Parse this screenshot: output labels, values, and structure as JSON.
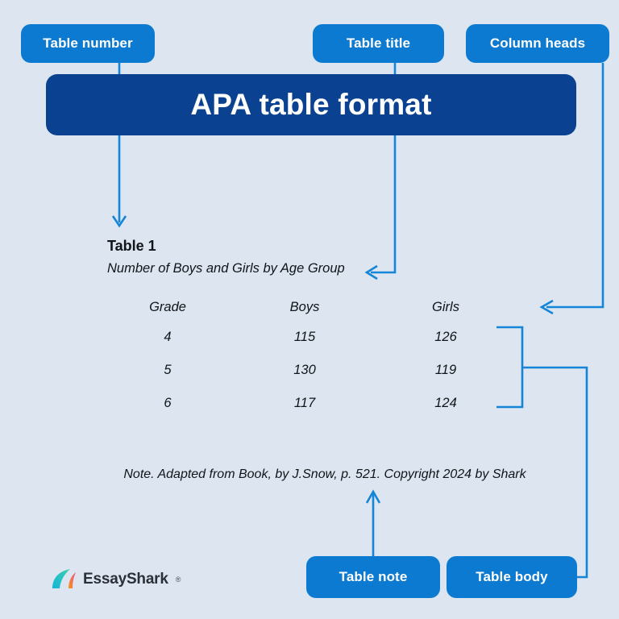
{
  "colors": {
    "background": "#dce5f0",
    "pill": "#0b7ad0",
    "banner": "#0a4291",
    "connector": "#1585d8",
    "text": "#111418"
  },
  "banner": {
    "title": "APA table format"
  },
  "callouts": {
    "table_number": "Table number",
    "table_title": "Table title",
    "column_heads": "Column heads",
    "table_note": "Table note",
    "table_body": "Table body"
  },
  "table": {
    "label": "Table 1",
    "caption": "Number of Boys and Girls by Age Group",
    "note": "Note. Adapted from Book, by J.Snow, p. 521. Copyright 2024 by Shark",
    "headers": [
      "Grade",
      "Boys",
      "Girls"
    ],
    "rows": [
      [
        "4",
        "115",
        "126"
      ],
      [
        "5",
        "130",
        "119"
      ],
      [
        "6",
        "117",
        "124"
      ]
    ]
  },
  "chart_data": {
    "type": "table",
    "title": "Table 1",
    "subtitle": "Number of Boys and Girls by Age Group",
    "columns": [
      "Grade",
      "Boys",
      "Girls"
    ],
    "rows": [
      {
        "Grade": 4,
        "Boys": 115,
        "Girls": 126
      },
      {
        "Grade": 5,
        "Boys": 130,
        "Girls": 119
      },
      {
        "Grade": 6,
        "Boys": 117,
        "Girls": 124
      }
    ],
    "note": "Note. Adapted from Book, by J.Snow, p. 521. Copyright 2024 by Shark"
  },
  "logo": {
    "name": "EssayShark",
    "registered": "®"
  }
}
